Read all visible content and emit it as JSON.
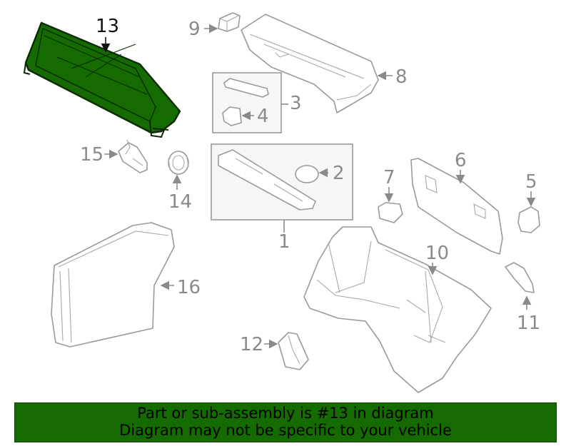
{
  "diagram": {
    "highlight_color": "#156b00",
    "part_stroke_color": "#9a9a9a",
    "selected_part": "13",
    "callouts": [
      {
        "key": "c13",
        "number": "13"
      },
      {
        "key": "c9",
        "number": "9"
      },
      {
        "key": "c8",
        "number": "8"
      },
      {
        "key": "c3",
        "number": "3"
      },
      {
        "key": "c4",
        "number": "4"
      },
      {
        "key": "c15",
        "number": "15"
      },
      {
        "key": "c14",
        "number": "14"
      },
      {
        "key": "c2",
        "number": "2"
      },
      {
        "key": "c1",
        "number": "1"
      },
      {
        "key": "c7",
        "number": "7"
      },
      {
        "key": "c6",
        "number": "6"
      },
      {
        "key": "c5",
        "number": "5"
      },
      {
        "key": "c16",
        "number": "16"
      },
      {
        "key": "c10",
        "number": "10"
      },
      {
        "key": "c11",
        "number": "11"
      },
      {
        "key": "c12",
        "number": "12"
      }
    ]
  },
  "banner": {
    "background": "#156b00",
    "line1": "Part or sub-assembly is #13 in diagram",
    "line2": "Diagram may not be specific to your vehicle"
  }
}
